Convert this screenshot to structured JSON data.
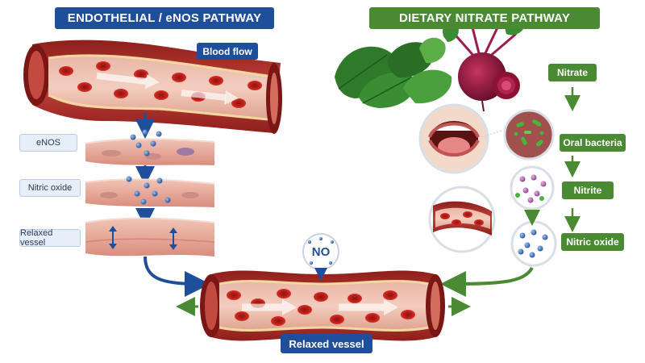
{
  "left_banner": "ENDOTHELIAL / eNOS PATHWAY",
  "right_banner": "DIETARY NITRATE PATHWAY",
  "blood_flow_label": "Blood flow",
  "left_steps": [
    "eNOS",
    "Nitric oxide",
    "Relaxed vessel"
  ],
  "right_steps": [
    "Nitrate",
    "Oral bacteria",
    "Nitrite",
    "Nitric oxide"
  ],
  "no_symbol": "NO",
  "bottom_label": "Relaxed vessel",
  "colors": {
    "blue": "#1f4f9a",
    "green": "#4a8a33",
    "vessel": "#b8342e",
    "rbc": "#c9221d"
  }
}
